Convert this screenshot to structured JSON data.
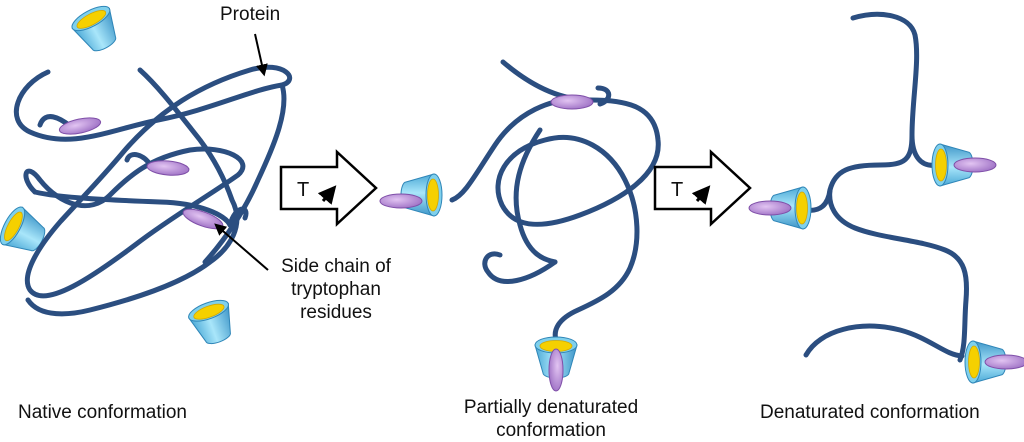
{
  "labels": {
    "protein": "Protein",
    "side_chain_line1": "Side chain of",
    "side_chain_line2": "tryptophan",
    "side_chain_line3": "residues",
    "native": "Native conformation",
    "partial_line1": "Partially denaturated",
    "partial_line2": "conformation",
    "denatured": "Denaturated conformation"
  },
  "arrows": {
    "first_symbol": "T",
    "second_symbol": "T"
  },
  "colors": {
    "chain": "#2b4e80",
    "cup_blue": "#7fd0ec",
    "cup_blue_dark": "#3a9ccc",
    "cup_inner": "#f5d000",
    "tryptophan": "#b98ad6",
    "tryptophan_dark": "#8e5fb3"
  }
}
